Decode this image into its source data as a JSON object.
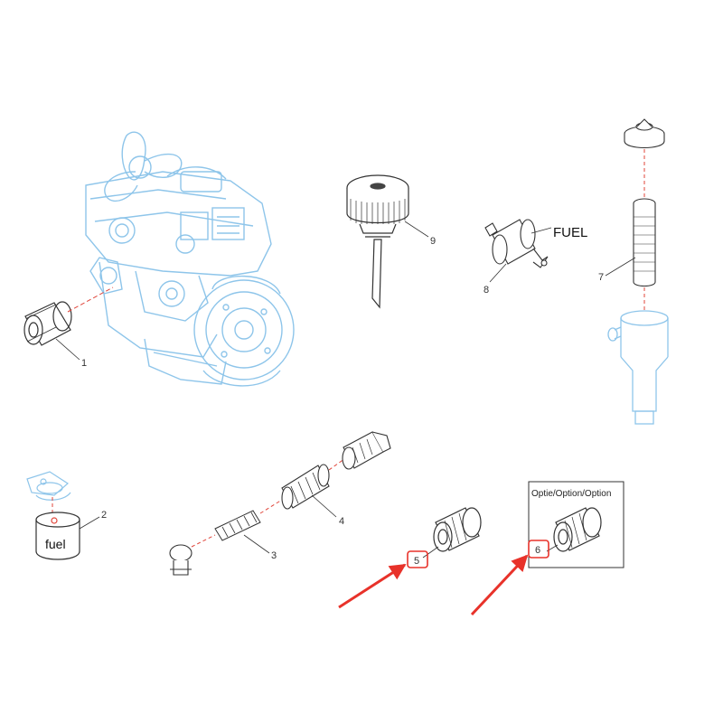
{
  "diagram": {
    "callouts": {
      "c1": "1",
      "c2": "2",
      "c3": "3",
      "c4": "4",
      "c5": "5",
      "c6": "6",
      "c7": "7",
      "c8": "8",
      "c9": "9"
    },
    "fuel_label": "FUEL",
    "fuel_can_label": "fuel",
    "option_box_label": "Optie/Option/Option"
  },
  "colors": {
    "engine_blue": "#8ec5ea",
    "line": "#333333",
    "leader_dash": "#e0453a",
    "highlight_red": "#e8322a"
  }
}
